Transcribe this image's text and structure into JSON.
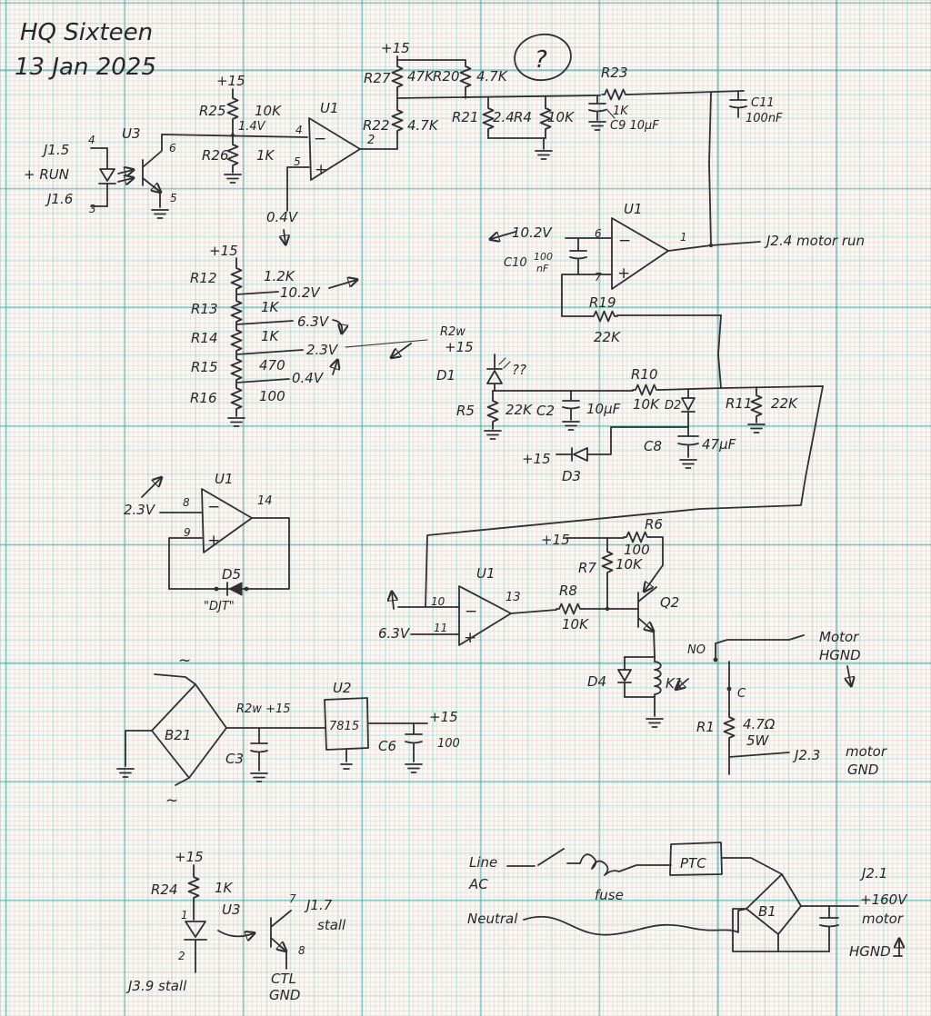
{
  "colors": {
    "ink": "#2f2f34",
    "paper": "#f6faf5",
    "grid_major": "#34a8a6",
    "grid_fine": "#e4888c"
  },
  "header": {
    "title": "HQ Sixteen",
    "date": "13 Jan 2025"
  },
  "sym": {
    "minus": "−",
    "plus": "+",
    "ac": "~",
    "question": "?"
  },
  "runin": {
    "j15": "J1.5",
    "pin4": "4",
    "run": "+ RUN",
    "j16": "J1.6",
    "pin3": "3",
    "u3": "U3",
    "pin6": "6",
    "pin5": "5"
  },
  "bias": {
    "p15": "+15",
    "r25": "R25",
    "r25v": "10K",
    "node_v": "1.4V",
    "r26": "R26",
    "r26v": "1K"
  },
  "comp1": {
    "u1": "U1",
    "pin_inv": "4",
    "pin_ninv": "5",
    "pin_out": "2",
    "vref": "0.4V"
  },
  "div": {
    "p15": "+15",
    "r27": "R27",
    "r27v": "47K",
    "r20": "R20",
    "r20v": "4.7K",
    "r22": "R22",
    "r22v": "4.7K",
    "r21": "R21",
    "r21v": "2.4",
    "r4": "R4",
    "r4v": "10K"
  },
  "filt": {
    "r23": "R23",
    "r23v": "1K",
    "c9": "C9 10µF",
    "c11": "C11",
    "c11v": "100nF"
  },
  "comp2": {
    "u1": "U1",
    "vin": "10.2V",
    "c10": "C10",
    "c10a": "100",
    "c10b": "nF",
    "pin6": "6",
    "pin7": "7",
    "pin1": "1",
    "out": "J2.4 motor run",
    "r19": "R19",
    "r19v": "22K"
  },
  "ladder": {
    "p15": "+15",
    "r12": "R12",
    "r12v": "1.2K",
    "v1": "10.2V",
    "r13": "R13",
    "r13v": "1K",
    "v2": "6.3V",
    "r14": "R14",
    "r14v": "1K",
    "v3": "2.3V",
    "r15": "R15",
    "r15v": "470",
    "v4": "0.4V",
    "r16": "R16",
    "r16v": "100"
  },
  "timer": {
    "r2w": "R2w",
    "p15": "+15",
    "d1": "D1",
    "marks": "??",
    "r5": "R5",
    "r5v": "22K",
    "c2": "C2",
    "c2v": "10µF",
    "r10": "R10",
    "r10v": "10K",
    "d2": "D2",
    "c8": "C8",
    "c8v": "47µF",
    "d3p15": "+15",
    "d3": "D3",
    "r11": "R11",
    "r11v": "22K"
  },
  "comp3": {
    "u1": "U1",
    "vin": "2.3V",
    "pin8": "8",
    "pin9": "9",
    "pin14": "14",
    "d5": "D5",
    "note": "\"DJT\""
  },
  "comp4": {
    "u1": "U1",
    "vin": "6.3V",
    "pin10": "10",
    "pin11": "11",
    "pin13": "13",
    "r8": "R8",
    "r8v": "10K",
    "p15": "+15",
    "r6": "R6",
    "r6v": "100",
    "r7": "R7",
    "r7v": "10K",
    "q2": "Q2"
  },
  "relay": {
    "d4": "D4",
    "k1": "K1",
    "no": "NO",
    "c": "C",
    "motor": "Motor",
    "hgnd": "HGND",
    "r1": "R1",
    "r1v": "4.7Ω",
    "r1p": "5W",
    "j23": "J2.3",
    "j23a": "motor",
    "j23b": "GND"
  },
  "psu": {
    "b21": "B21",
    "r2w": "R2w  +15",
    "c3": "C3",
    "u2": "U2",
    "u2v": "7815",
    "c6": "C6",
    "c6v": "100",
    "p15": "+15"
  },
  "stall": {
    "p15": "+15",
    "r24": "R24",
    "r24v": "1K",
    "pin1": "1",
    "pin2": "2",
    "u3": "U3",
    "pin7": "7",
    "pin8": "8",
    "j17": "J1.7",
    "j17b": "stall",
    "j39": "J3.9 stall",
    "ctl": "CTL",
    "gnd": "GND"
  },
  "mains": {
    "line": "Line",
    "ac": "AC",
    "fuse": "fuse",
    "ptc": "PTC",
    "neutral": "Neutral",
    "b1": "B1",
    "j21": "J2.1",
    "v160": "+160V",
    "motor": "motor",
    "hgnd": "HGND"
  }
}
